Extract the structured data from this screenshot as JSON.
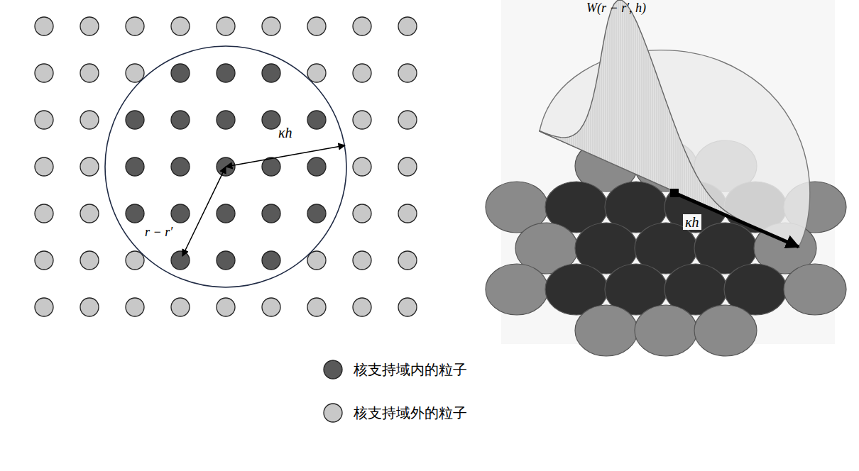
{
  "diagram": {
    "labels": [
      "κh",
      "r − r′",
      "W(r − r′, h)",
      "κh"
    ],
    "legend": [
      {
        "text": "核支持域内的粒子",
        "color": "#595959"
      },
      {
        "text": "核支持域外的粒子",
        "color": "#c8c8c8"
      }
    ]
  }
}
